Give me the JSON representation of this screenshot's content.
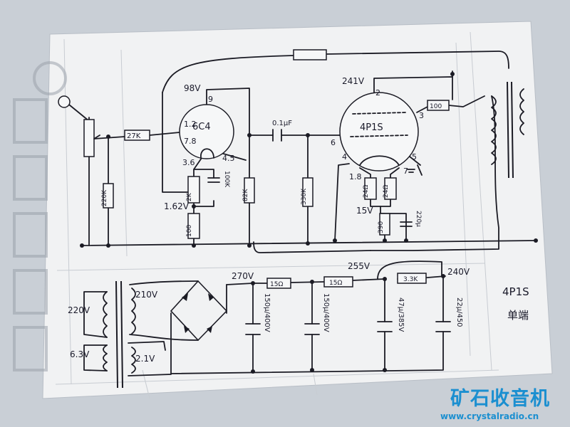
{
  "tubes": {
    "preamp": "6C4",
    "power": "4P1S"
  },
  "pins": {
    "p1": "1.2",
    "p2": "7.8",
    "p3": "9",
    "p4": "3.6",
    "p5": "4.5",
    "q1": "2",
    "q2": "3",
    "q3": "6",
    "q4": "4",
    "q5": "5",
    "q6": "1.8",
    "q7": "7"
  },
  "voltages": {
    "v1": "98V",
    "v2": "1.62V",
    "v3": "241V",
    "v4": "15V",
    "v5": "270V",
    "v6": "255V",
    "v7": "240V"
  },
  "components": {
    "r1": "27K",
    "r2": "220K",
    "r3": "2K",
    "r4": "100K",
    "r5": "100",
    "r6": "82K",
    "r7": "330K",
    "r8": "24Ω",
    "r9": "24Ω",
    "r10": "390",
    "r11": "100",
    "c1": "0.1μF",
    "c2": "220μ",
    "r12": "15Ω",
    "r13": "15Ω",
    "r14": "3.3K",
    "c3": "150μ/400V",
    "c4": "150μ/400V",
    "c5": "47μ/385V",
    "c6": "22μ/450"
  },
  "transformer": {
    "t1": "220V",
    "t2": "210V",
    "t3": "6.3V",
    "t4": "2.1V"
  },
  "note": {
    "line1": "4P1S",
    "line2": "单端"
  },
  "watermark": {
    "brand": "矿石收音机",
    "url": "www.crystalradio.cn"
  }
}
